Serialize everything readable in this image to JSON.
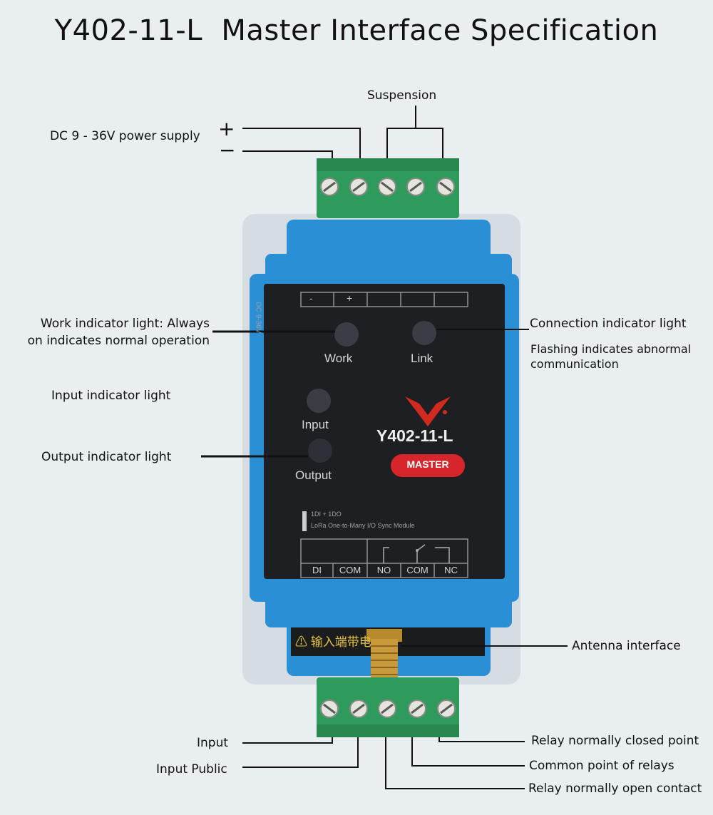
{
  "title": "Y402-11-L  Master Interface Specification",
  "labels": {
    "suspension": "Suspension",
    "power_supply": "DC 9 - 36V power supply",
    "plus": "+",
    "minus": "−",
    "work_light_line1": "Work indicator light: Always",
    "work_light_line2": "on indicates normal operation",
    "connection_light": "Connection indicator light",
    "connection_note_line1": "Flashing indicates abnormal",
    "connection_note_line2": "communication",
    "input_light": "Input indicator light",
    "output_light": "Output indicator light",
    "antenna": "Antenna interface",
    "input": "Input",
    "input_public": "Input Public",
    "relay_nc": "Relay normally closed point",
    "relay_com": "Common point of relays",
    "relay_no": "Relay normally open contact"
  },
  "device": {
    "model": "Y402-11-L",
    "badge": "MASTER",
    "led_work": "Work",
    "led_link": "Link",
    "led_input": "Input",
    "led_output": "Output",
    "power_minus": "-",
    "power_plus": "+",
    "side_print": "DC 9-36V",
    "spec_line1": "1DI + 1DO",
    "spec_line2": "LoRa One-to-Many I/O Sync Module",
    "terminals": [
      "DI",
      "COM",
      "NO",
      "COM",
      "NC"
    ],
    "warning": "⚠ 输入端带电",
    "colors": {
      "body": "#2b8fd6",
      "face": "#1d1f22",
      "terminal": "#2e9a5c",
      "badge": "#d6252b",
      "logo": "#d32a20"
    }
  }
}
